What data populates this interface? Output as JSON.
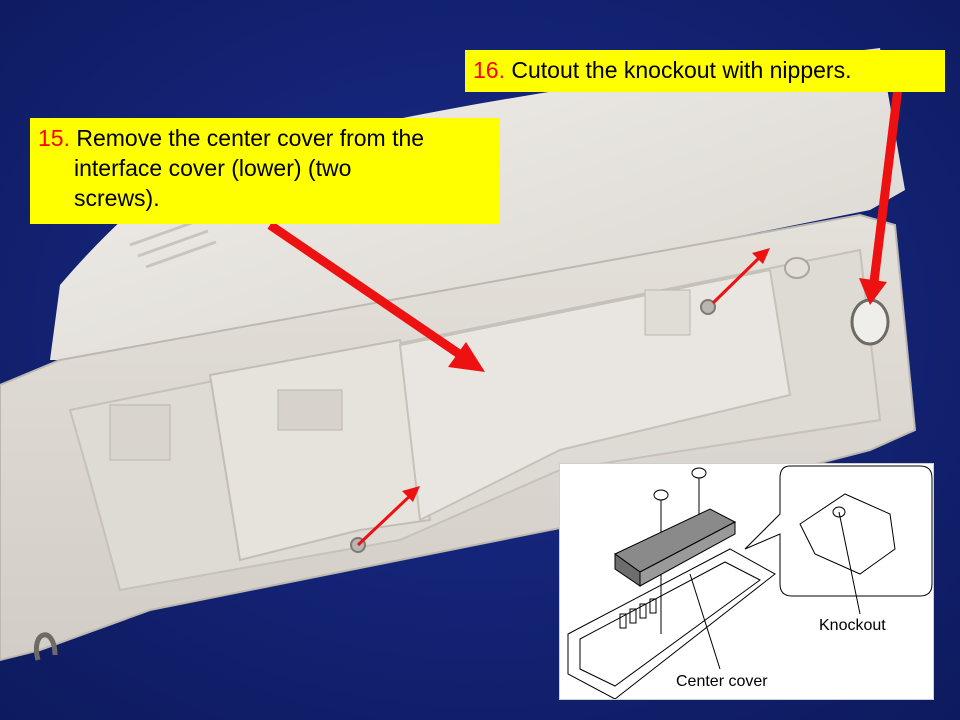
{
  "step16": {
    "number": "16.",
    "text": " Cutout the knockout with nippers."
  },
  "step15": {
    "number": "15.",
    "line1": " Remove the center cover from the",
    "line2": "interface cover (lower) (two",
    "line3": "screws)."
  },
  "inset": {
    "knockout_label": "Knockout",
    "center_cover_label": "Center cover"
  },
  "colors": {
    "background": "#13237a",
    "callout": "#ffff00",
    "step_number": "#ff0000",
    "arrow": "#ee1111",
    "part": "#e9e6e1"
  }
}
